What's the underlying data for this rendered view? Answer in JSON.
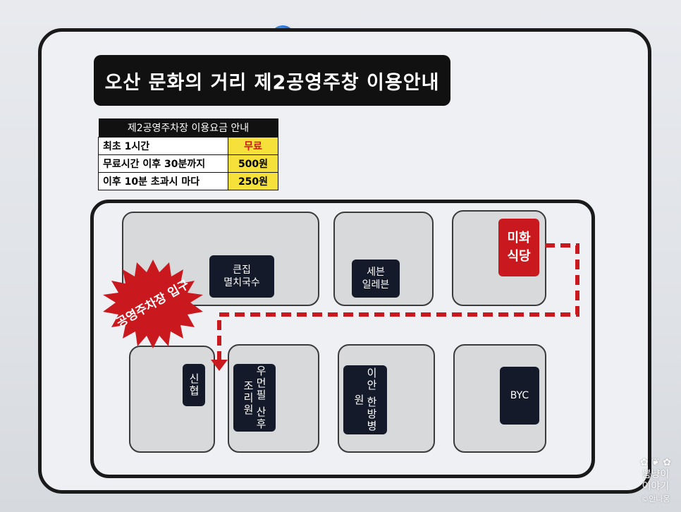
{
  "title": "오산 문화의 거리 제2공영주창 이용안내",
  "fee_table": {
    "header": "제2공영주차장 이용요금 안내",
    "rows": [
      {
        "label": "최초 1시간",
        "price": "무료"
      },
      {
        "label": "무료시간 이후 30분까지",
        "price": "500원"
      },
      {
        "label": "이후 10분 초과시 마다",
        "price": "250원"
      }
    ]
  },
  "map": {
    "entrance": "공영주차장 입구",
    "shops": {
      "big_noodle": "큰집\n멸치국수",
      "seven_eleven": "세븐\n일레븐",
      "mihwa": "미화\n식당",
      "sinhyeop": "신협",
      "sanhu": "우먼필 산후조리원",
      "hospital": "이안 한방병원",
      "byc": "BYC"
    },
    "colors": {
      "route": "#c9191f",
      "shop": "#141a2a",
      "highlight": "#c9191f"
    }
  },
  "watermark": {
    "line1": "뽐냥이",
    "line2": "이야기",
    "line3": "©안나웅"
  }
}
